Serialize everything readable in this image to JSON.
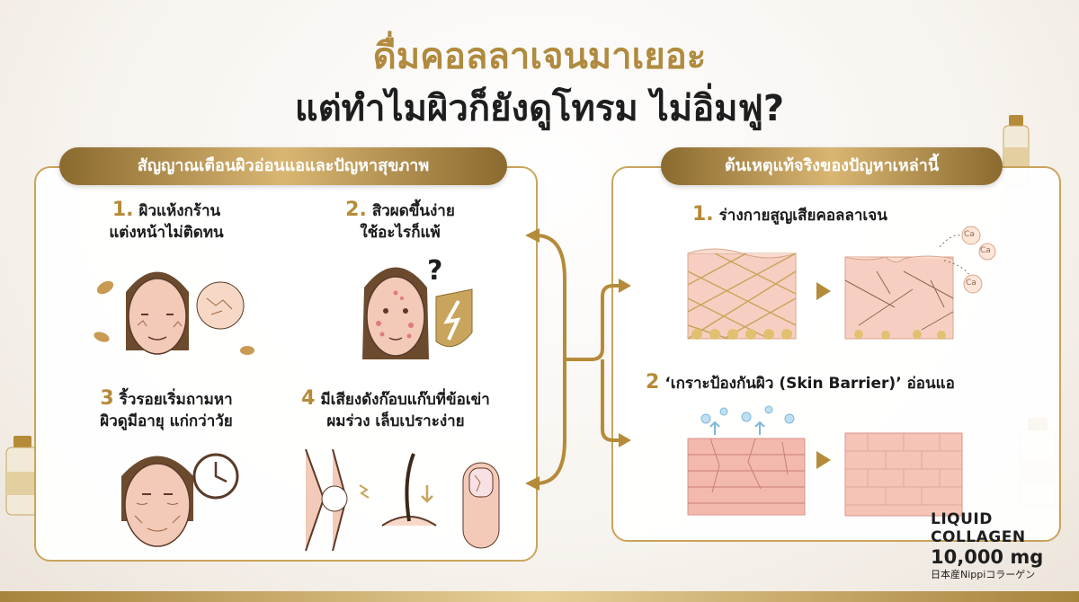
{
  "headline": {
    "line1": "ดื่มคอลลาเจนมาเยอะ",
    "line2": "แต่ทำไมผิวก็ยังดูโทรม ไม่อิ่มฟู?"
  },
  "signs": {
    "title": "สัญญาณเตือนผิวอ่อนแอและปัญหาสุขภาพ",
    "items": [
      {
        "number": "1.",
        "line1": "ผิวแห้งกร้าน",
        "line2": "แต่งหน้าไม่ติดทน"
      },
      {
        "number": "2.",
        "line1": "สิวผดขึ้นง่าย",
        "line2": "ใช้อะไรก็แพ้"
      },
      {
        "number": "3",
        "line1": "ริ้วรอยเริ่มถามหา",
        "line2": "ผิวดูมีอายุ แก่กว่าวัย"
      },
      {
        "number": "4",
        "line1": "มีเสียงดังก๊อบแก๊บที่ข้อเข่า",
        "line2": "ผมร่วง เล็บเปราะง่าย"
      }
    ]
  },
  "causes": {
    "title": "ต้นเหตุแท้จริงของปัญหาเหล่านี้",
    "items": [
      {
        "number": "1.",
        "text": "ร่างกายสูญเสียคอลลาเจน",
        "mineral_label": "Ca"
      },
      {
        "number": "2",
        "text": "‘เกราะป้องกันผิว (Skin Barrier)’ อ่อนแอ"
      }
    ]
  },
  "illustration_marks": {
    "question": "?"
  },
  "brand": {
    "line1": "LIQUID",
    "line2": "COLLAGEN",
    "line3": "10,000 mg",
    "line4": "日本産Nippiコラーゲン"
  },
  "colors": {
    "gold": "#c9a45c",
    "gold_dark": "#8b6a2f",
    "skin": "#f3c9b8",
    "text": "#1e1e1e"
  }
}
